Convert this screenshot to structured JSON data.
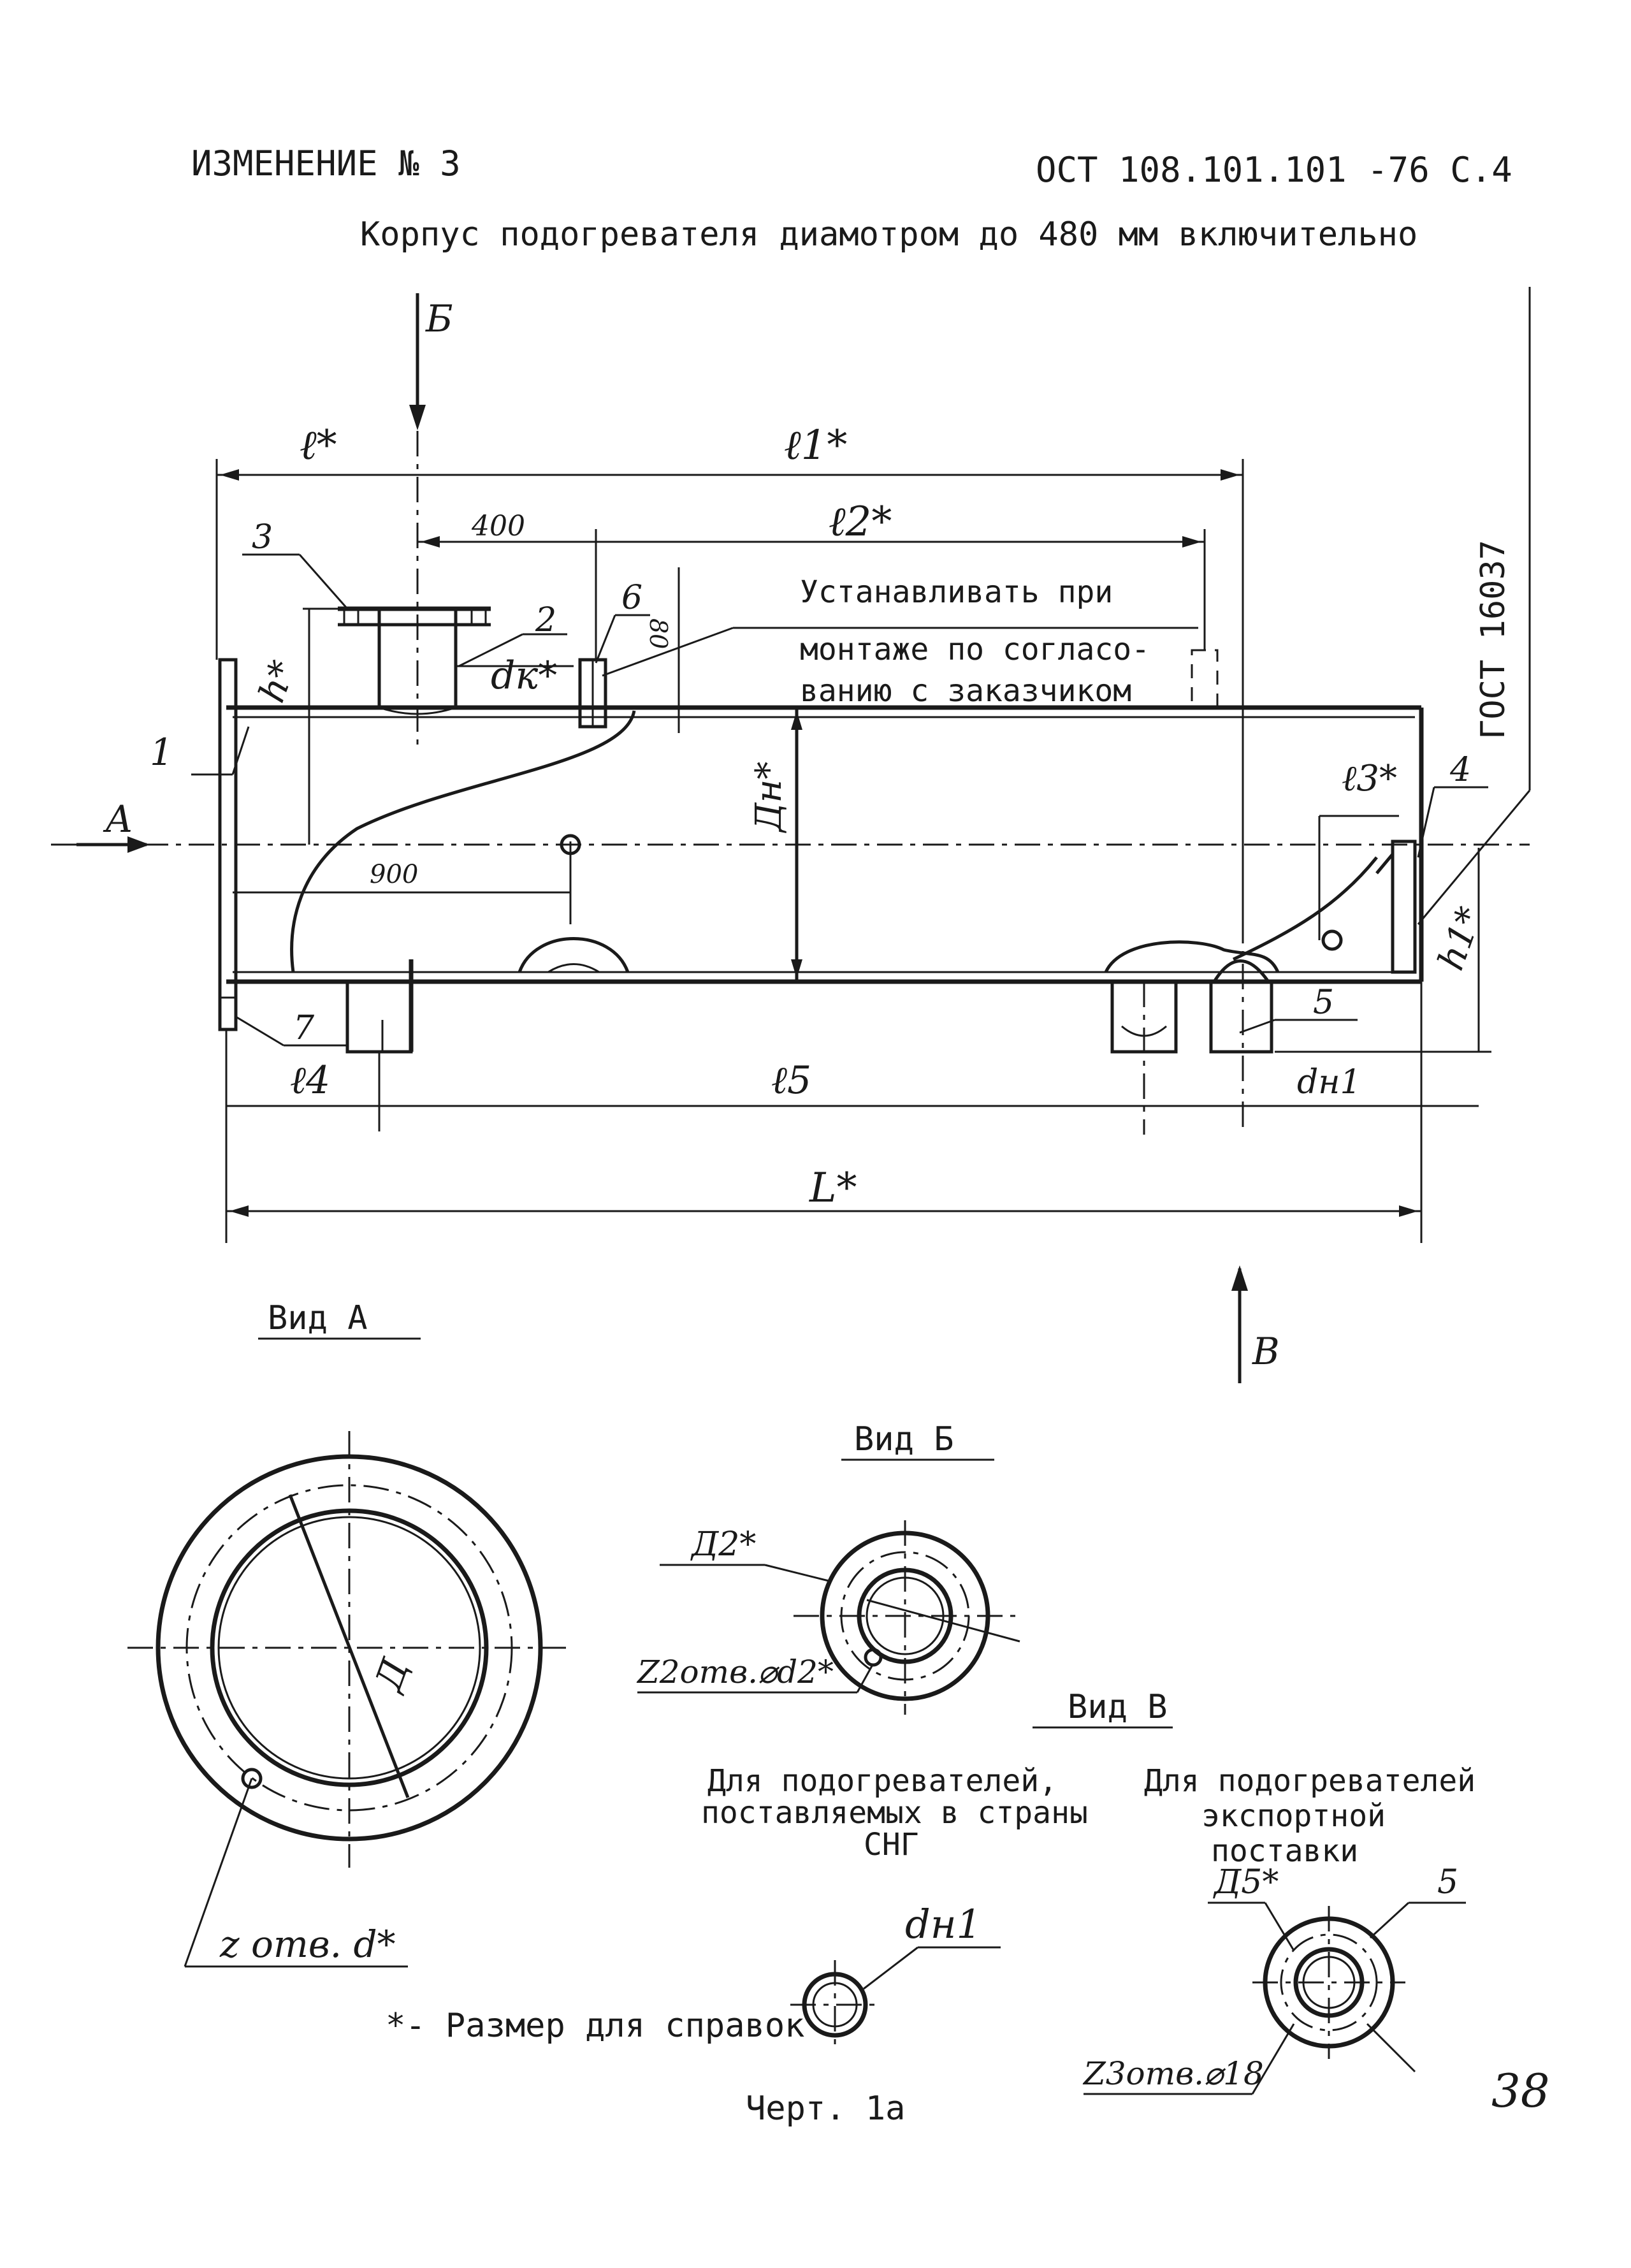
{
  "header": {
    "change_label": "ИЗМЕНЕНИЕ № 3",
    "standard": "ОСТ 108.101.101 -76 С.4"
  },
  "title": "Корпус подогревателя диамотром до 480 мм включительно",
  "main_view": {
    "view_arrows": {
      "b": "Б",
      "a": "А",
      "v": "В"
    },
    "dimensions": {
      "l": "ℓ*",
      "l1": "ℓ1*",
      "l2": "ℓ2*",
      "d400": "400",
      "d80": "80",
      "dk": "dк*",
      "h": "h*",
      "Dn": "Дн*",
      "d900": "900",
      "l3": "ℓ3*",
      "h1": "h1*",
      "l4": "ℓ4",
      "l5": "ℓ5",
      "dn1": "dн1",
      "L": "L*"
    },
    "callouts": [
      "1",
      "2",
      "3",
      "4",
      "5",
      "6",
      "7"
    ],
    "note_lines": [
      "Устанавливать при",
      "монтаже по согласо-",
      "ванию с заказчиком"
    ],
    "gost": "ГОСТ 16037"
  },
  "view_a": {
    "title": "Вид А",
    "diameter": "Д",
    "holes": "z отв. d*"
  },
  "view_b": {
    "title": "Вид Б",
    "diameter": "Д2*",
    "holes": "Z2отв.⌀d2*"
  },
  "view_v": {
    "title": "Вид В",
    "cis_caption": [
      "Для подогревателей,",
      "поставляемых в страны",
      "СНГ"
    ],
    "export_caption": [
      "Для подогревателей",
      "экспортной",
      "поставки"
    ],
    "dn1": "dн1",
    "d5": "Д5*",
    "callout": "5",
    "holes": "Z3отв.⌀18"
  },
  "footnote": "*- Размер для справок",
  "figure_caption": "Черт. 1а",
  "page_number": "38"
}
